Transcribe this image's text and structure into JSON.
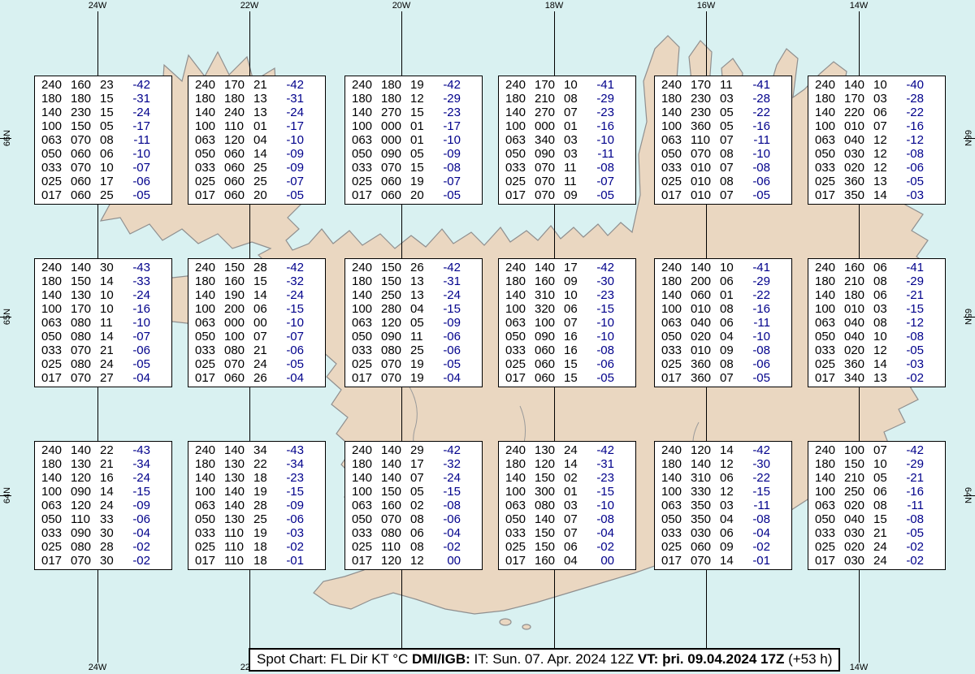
{
  "colors": {
    "sea": "#d9f1f1",
    "land": "#ead7c1",
    "coast": "#8f8f8f",
    "temp_text": "#00008b"
  },
  "grid": {
    "meridian_labels": [
      "24W",
      "22W",
      "20W",
      "18W",
      "16W",
      "14W"
    ],
    "parallel_labels": [
      "66N",
      "65N",
      "64N"
    ]
  },
  "spot_boxes": [
    {
      "lon": "24W",
      "lat": "66N",
      "col": 0,
      "row": 0,
      "lines": [
        [
          "240",
          "160",
          "23",
          "-42"
        ],
        [
          "180",
          "180",
          "15",
          "-31"
        ],
        [
          "140",
          "230",
          "15",
          "-24"
        ],
        [
          "100",
          "150",
          "05",
          "-17"
        ],
        [
          "063",
          "070",
          "08",
          "-11"
        ],
        [
          "050",
          "060",
          "06",
          "-10"
        ],
        [
          "033",
          "070",
          "10",
          "-07"
        ],
        [
          "025",
          "060",
          "17",
          "-06"
        ],
        [
          "017",
          "060",
          "25",
          "-05"
        ]
      ]
    },
    {
      "lon": "22W",
      "lat": "66N",
      "col": 1,
      "row": 0,
      "lines": [
        [
          "240",
          "170",
          "21",
          "-42"
        ],
        [
          "180",
          "180",
          "13",
          "-31"
        ],
        [
          "140",
          "240",
          "13",
          "-24"
        ],
        [
          "100",
          "110",
          "01",
          "-17"
        ],
        [
          "063",
          "120",
          "04",
          "-10"
        ],
        [
          "050",
          "060",
          "14",
          "-09"
        ],
        [
          "033",
          "060",
          "25",
          "-09"
        ],
        [
          "025",
          "060",
          "25",
          "-07"
        ],
        [
          "017",
          "060",
          "20",
          "-05"
        ]
      ]
    },
    {
      "lon": "20W",
      "lat": "66N",
      "col": 2,
      "row": 0,
      "lines": [
        [
          "240",
          "180",
          "19",
          "-42"
        ],
        [
          "180",
          "180",
          "12",
          "-29"
        ],
        [
          "140",
          "270",
          "15",
          "-23"
        ],
        [
          "100",
          "000",
          "01",
          "-17"
        ],
        [
          "063",
          "000",
          "01",
          "-10"
        ],
        [
          "050",
          "090",
          "05",
          "-09"
        ],
        [
          "033",
          "070",
          "15",
          "-08"
        ],
        [
          "025",
          "060",
          "19",
          "-07"
        ],
        [
          "017",
          "060",
          "20",
          "-05"
        ]
      ]
    },
    {
      "lon": "18W",
      "lat": "66N",
      "col": 3,
      "row": 0,
      "lines": [
        [
          "240",
          "170",
          "10",
          "-41"
        ],
        [
          "180",
          "210",
          "08",
          "-29"
        ],
        [
          "140",
          "270",
          "07",
          "-23"
        ],
        [
          "100",
          "000",
          "01",
          "-16"
        ],
        [
          "063",
          "340",
          "03",
          "-10"
        ],
        [
          "050",
          "090",
          "03",
          "-11"
        ],
        [
          "033",
          "070",
          "11",
          "-08"
        ],
        [
          "025",
          "070",
          "11",
          "-07"
        ],
        [
          "017",
          "070",
          "09",
          "-05"
        ]
      ]
    },
    {
      "lon": "16W",
      "lat": "66N",
      "col": 4,
      "row": 0,
      "lines": [
        [
          "240",
          "170",
          "11",
          "-41"
        ],
        [
          "180",
          "230",
          "03",
          "-28"
        ],
        [
          "140",
          "230",
          "05",
          "-22"
        ],
        [
          "100",
          "360",
          "05",
          "-16"
        ],
        [
          "063",
          "110",
          "07",
          "-11"
        ],
        [
          "050",
          "070",
          "08",
          "-10"
        ],
        [
          "033",
          "010",
          "07",
          "-08"
        ],
        [
          "025",
          "010",
          "08",
          "-06"
        ],
        [
          "017",
          "010",
          "07",
          "-05"
        ]
      ]
    },
    {
      "lon": "14W",
      "lat": "66N",
      "col": 5,
      "row": 0,
      "lines": [
        [
          "240",
          "140",
          "10",
          "-40"
        ],
        [
          "180",
          "170",
          "03",
          "-28"
        ],
        [
          "140",
          "220",
          "06",
          "-22"
        ],
        [
          "100",
          "010",
          "07",
          "-16"
        ],
        [
          "063",
          "040",
          "12",
          "-12"
        ],
        [
          "050",
          "030",
          "12",
          "-08"
        ],
        [
          "033",
          "020",
          "12",
          "-06"
        ],
        [
          "025",
          "360",
          "13",
          "-05"
        ],
        [
          "017",
          "350",
          "14",
          "-03"
        ]
      ]
    },
    {
      "lon": "24W",
      "lat": "65N",
      "col": 0,
      "row": 1,
      "lines": [
        [
          "240",
          "140",
          "30",
          "-43"
        ],
        [
          "180",
          "150",
          "14",
          "-33"
        ],
        [
          "140",
          "130",
          "10",
          "-24"
        ],
        [
          "100",
          "170",
          "10",
          "-16"
        ],
        [
          "063",
          "080",
          "11",
          "-10"
        ],
        [
          "050",
          "080",
          "14",
          "-07"
        ],
        [
          "033",
          "070",
          "21",
          "-06"
        ],
        [
          "025",
          "080",
          "24",
          "-05"
        ],
        [
          "017",
          "070",
          "27",
          "-04"
        ]
      ]
    },
    {
      "lon": "22W",
      "lat": "65N",
      "col": 1,
      "row": 1,
      "lines": [
        [
          "240",
          "150",
          "28",
          "-42"
        ],
        [
          "180",
          "160",
          "15",
          "-32"
        ],
        [
          "140",
          "190",
          "14",
          "-24"
        ],
        [
          "100",
          "200",
          "06",
          "-15"
        ],
        [
          "063",
          "000",
          "00",
          "-10"
        ],
        [
          "050",
          "100",
          "07",
          "-07"
        ],
        [
          "033",
          "080",
          "21",
          "-06"
        ],
        [
          "025",
          "070",
          "24",
          "-05"
        ],
        [
          "017",
          "060",
          "26",
          "-04"
        ]
      ]
    },
    {
      "lon": "20W",
      "lat": "65N",
      "col": 2,
      "row": 1,
      "lines": [
        [
          "240",
          "150",
          "26",
          "-42"
        ],
        [
          "180",
          "150",
          "13",
          "-31"
        ],
        [
          "140",
          "250",
          "13",
          "-24"
        ],
        [
          "100",
          "280",
          "04",
          "-15"
        ],
        [
          "063",
          "120",
          "05",
          "-09"
        ],
        [
          "050",
          "090",
          "11",
          "-06"
        ],
        [
          "033",
          "080",
          "25",
          "-06"
        ],
        [
          "025",
          "070",
          "19",
          "-05"
        ],
        [
          "017",
          "070",
          "19",
          "-04"
        ]
      ]
    },
    {
      "lon": "18W",
      "lat": "65N",
      "col": 3,
      "row": 1,
      "lines": [
        [
          "240",
          "140",
          "17",
          "-42"
        ],
        [
          "180",
          "160",
          "09",
          "-30"
        ],
        [
          "140",
          "310",
          "10",
          "-23"
        ],
        [
          "100",
          "320",
          "06",
          "-15"
        ],
        [
          "063",
          "100",
          "07",
          "-10"
        ],
        [
          "050",
          "090",
          "16",
          "-10"
        ],
        [
          "033",
          "060",
          "16",
          "-08"
        ],
        [
          "025",
          "060",
          "15",
          "-06"
        ],
        [
          "017",
          "060",
          "15",
          "-05"
        ]
      ]
    },
    {
      "lon": "16W",
      "lat": "65N",
      "col": 4,
      "row": 1,
      "lines": [
        [
          "240",
          "140",
          "10",
          "-41"
        ],
        [
          "180",
          "200",
          "06",
          "-29"
        ],
        [
          "140",
          "060",
          "01",
          "-22"
        ],
        [
          "100",
          "010",
          "08",
          "-16"
        ],
        [
          "063",
          "040",
          "06",
          "-11"
        ],
        [
          "050",
          "020",
          "04",
          "-10"
        ],
        [
          "033",
          "010",
          "09",
          "-08"
        ],
        [
          "025",
          "360",
          "08",
          "-06"
        ],
        [
          "017",
          "360",
          "07",
          "-05"
        ]
      ]
    },
    {
      "lon": "14W",
      "lat": "65N",
      "col": 5,
      "row": 1,
      "lines": [
        [
          "240",
          "160",
          "06",
          "-41"
        ],
        [
          "180",
          "210",
          "08",
          "-29"
        ],
        [
          "140",
          "180",
          "06",
          "-21"
        ],
        [
          "100",
          "010",
          "03",
          "-15"
        ],
        [
          "063",
          "040",
          "08",
          "-12"
        ],
        [
          "050",
          "040",
          "10",
          "-08"
        ],
        [
          "033",
          "020",
          "12",
          "-05"
        ],
        [
          "025",
          "360",
          "14",
          "-03"
        ],
        [
          "017",
          "340",
          "13",
          "-02"
        ]
      ]
    },
    {
      "lon": "24W",
      "lat": "64N",
      "col": 0,
      "row": 2,
      "lines": [
        [
          "240",
          "140",
          "22",
          "-43"
        ],
        [
          "180",
          "130",
          "21",
          "-34"
        ],
        [
          "140",
          "120",
          "16",
          "-24"
        ],
        [
          "100",
          "090",
          "14",
          "-15"
        ],
        [
          "063",
          "120",
          "24",
          "-09"
        ],
        [
          "050",
          "110",
          "33",
          "-06"
        ],
        [
          "033",
          "090",
          "30",
          "-04"
        ],
        [
          "025",
          "080",
          "28",
          "-02"
        ],
        [
          "017",
          "070",
          "30",
          "-02"
        ]
      ]
    },
    {
      "lon": "22W",
      "lat": "64N",
      "col": 1,
      "row": 2,
      "lines": [
        [
          "240",
          "140",
          "34",
          "-43"
        ],
        [
          "180",
          "130",
          "22",
          "-34"
        ],
        [
          "140",
          "130",
          "18",
          "-23"
        ],
        [
          "100",
          "140",
          "19",
          "-15"
        ],
        [
          "063",
          "140",
          "28",
          "-09"
        ],
        [
          "050",
          "130",
          "25",
          "-06"
        ],
        [
          "033",
          "110",
          "19",
          "-03"
        ],
        [
          "025",
          "110",
          "18",
          "-02"
        ],
        [
          "017",
          "110",
          "18",
          "-01"
        ]
      ]
    },
    {
      "lon": "20W",
      "lat": "64N",
      "col": 2,
      "row": 2,
      "lines": [
        [
          "240",
          "140",
          "29",
          "-42"
        ],
        [
          "180",
          "140",
          "17",
          "-32"
        ],
        [
          "140",
          "140",
          "07",
          "-24"
        ],
        [
          "100",
          "150",
          "05",
          "-15"
        ],
        [
          "063",
          "160",
          "02",
          "-08"
        ],
        [
          "050",
          "070",
          "08",
          "-06"
        ],
        [
          "033",
          "080",
          "06",
          "-04"
        ],
        [
          "025",
          "110",
          "08",
          "-02"
        ],
        [
          "017",
          "120",
          "12",
          "00"
        ]
      ]
    },
    {
      "lon": "18W",
      "lat": "64N",
      "col": 3,
      "row": 2,
      "lines": [
        [
          "240",
          "130",
          "24",
          "-42"
        ],
        [
          "180",
          "120",
          "14",
          "-31"
        ],
        [
          "140",
          "150",
          "02",
          "-23"
        ],
        [
          "100",
          "300",
          "01",
          "-15"
        ],
        [
          "063",
          "080",
          "03",
          "-10"
        ],
        [
          "050",
          "140",
          "07",
          "-08"
        ],
        [
          "033",
          "150",
          "07",
          "-04"
        ],
        [
          "025",
          "150",
          "06",
          "-02"
        ],
        [
          "017",
          "160",
          "04",
          "00"
        ]
      ]
    },
    {
      "lon": "16W",
      "lat": "64N",
      "col": 4,
      "row": 2,
      "lines": [
        [
          "240",
          "120",
          "14",
          "-42"
        ],
        [
          "180",
          "140",
          "12",
          "-30"
        ],
        [
          "140",
          "310",
          "06",
          "-22"
        ],
        [
          "100",
          "330",
          "12",
          "-15"
        ],
        [
          "063",
          "350",
          "03",
          "-11"
        ],
        [
          "050",
          "350",
          "04",
          "-08"
        ],
        [
          "033",
          "030",
          "06",
          "-04"
        ],
        [
          "025",
          "060",
          "09",
          "-02"
        ],
        [
          "017",
          "070",
          "14",
          "-01"
        ]
      ]
    },
    {
      "lon": "14W",
      "lat": "64N",
      "col": 5,
      "row": 2,
      "lines": [
        [
          "240",
          "100",
          "07",
          "-42"
        ],
        [
          "180",
          "150",
          "10",
          "-29"
        ],
        [
          "140",
          "210",
          "05",
          "-21"
        ],
        [
          "100",
          "250",
          "06",
          "-16"
        ],
        [
          "063",
          "020",
          "08",
          "-11"
        ],
        [
          "050",
          "040",
          "15",
          "-08"
        ],
        [
          "033",
          "030",
          "21",
          "-05"
        ],
        [
          "025",
          "020",
          "24",
          "-02"
        ],
        [
          "017",
          "030",
          "24",
          "-02"
        ]
      ]
    }
  ],
  "caption": {
    "segments": [
      {
        "text": "Spot Chart: FL Dir KT °C ",
        "bold": false
      },
      {
        "text": "DMI/IGB:",
        "bold": true
      },
      {
        "text": " IT: Sun. 07. Apr. 2024 12Z ",
        "bold": false
      },
      {
        "text": "VT: þri. 09.04.2024 17Z",
        "bold": true
      },
      {
        "text": " (+53 h)",
        "bold": false
      }
    ]
  }
}
